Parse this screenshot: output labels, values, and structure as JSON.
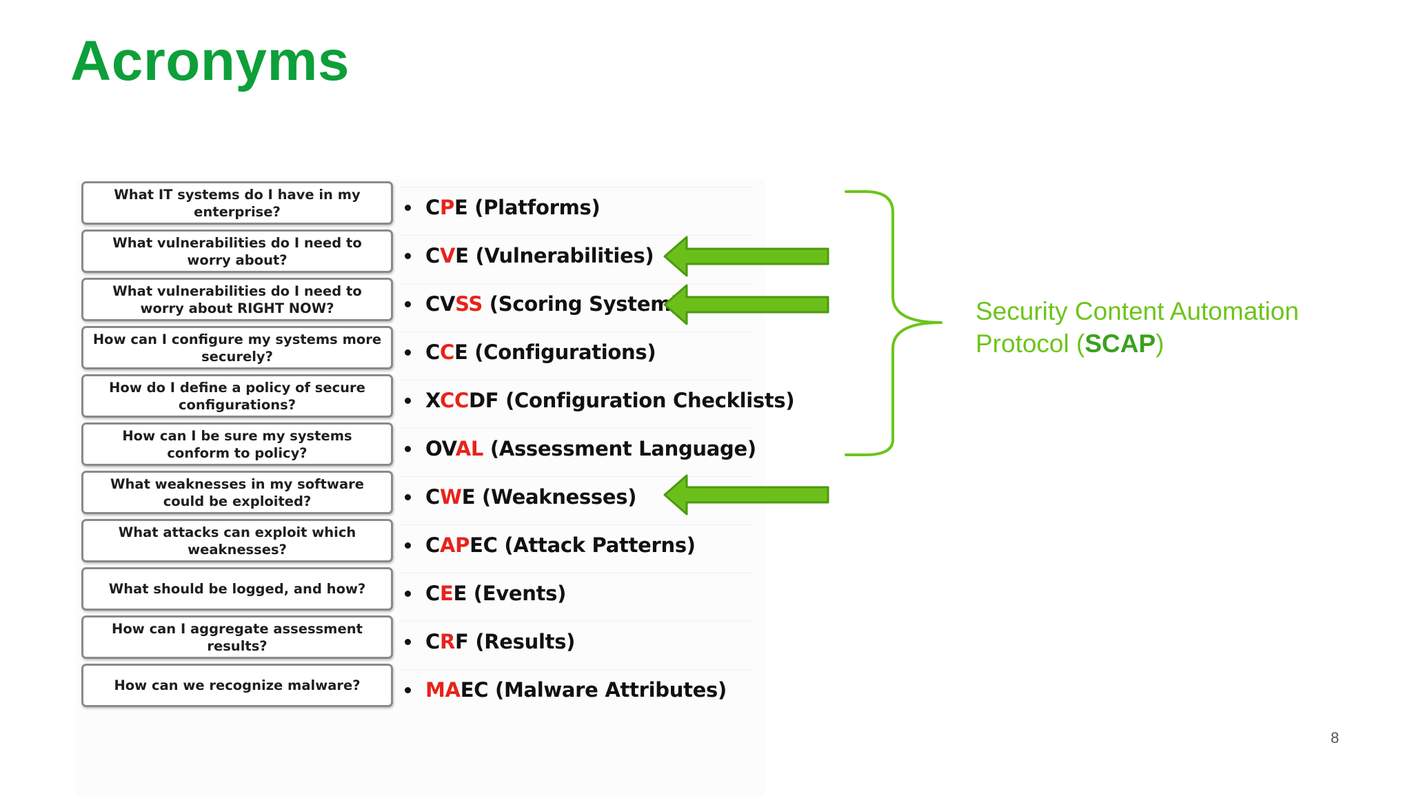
{
  "title": "Acronyms",
  "questions": [
    "What IT systems do I have in my enterprise?",
    "What vulnerabilities do I need to worry about?",
    "What vulnerabilities do I need to worry about RIGHT NOW?",
    "How can I configure my systems more securely?",
    "How do I define a policy of secure configurations?",
    "How can I be sure my systems conform to policy?",
    "What weaknesses in my software could be exploited?",
    "What attacks can exploit which weaknesses?",
    "What should be logged, and how?",
    "How can I aggregate assessment results?",
    "How can we recognize malware?"
  ],
  "acronyms": [
    {
      "p1": "C",
      "red": "P",
      "p2": "E",
      "desc": " (Platforms)"
    },
    {
      "p1": "C",
      "red": "V",
      "p2": "E",
      "desc": " (Vulnerabilities)"
    },
    {
      "p1": "CV",
      "red": "SS",
      "p2": "",
      "desc": " (Scoring System)"
    },
    {
      "p1": "C",
      "red": "C",
      "p2": "E",
      "desc": " (Configurations)"
    },
    {
      "p1": "X",
      "red": "CC",
      "p2": "DF",
      "desc": " (Configuration Checklists)"
    },
    {
      "p1": "OV",
      "red": "AL",
      "p2": "",
      "desc": " (Assessment Language)"
    },
    {
      "p1": "C",
      "red": "W",
      "p2": "E",
      "desc": " (Weaknesses)"
    },
    {
      "p1": "C",
      "red": "AP",
      "p2": "EC",
      "desc": " (Attack Patterns)"
    },
    {
      "p1": "C",
      "red": "E",
      "p2": "E",
      "desc": " (Events)"
    },
    {
      "p1": "C",
      "red": "R",
      "p2": "F",
      "desc": " (Results)"
    },
    {
      "p1": "",
      "red": "MA",
      "p2": "EC",
      "desc": " (Malware Attributes)"
    }
  ],
  "scap": {
    "line1": "Security Content Automation",
    "line2_pre": "Protocol (",
    "line2_bold": "SCAP",
    "line2_post": ")"
  },
  "page_number": "8",
  "colors": {
    "title_green": "#0d9f3a",
    "arrow_green": "#6cbf1a",
    "acronym_red": "#e8231b",
    "scap_green": "#6cc419"
  },
  "icons": [
    "left-arrow-icon",
    "right-brace-icon"
  ]
}
